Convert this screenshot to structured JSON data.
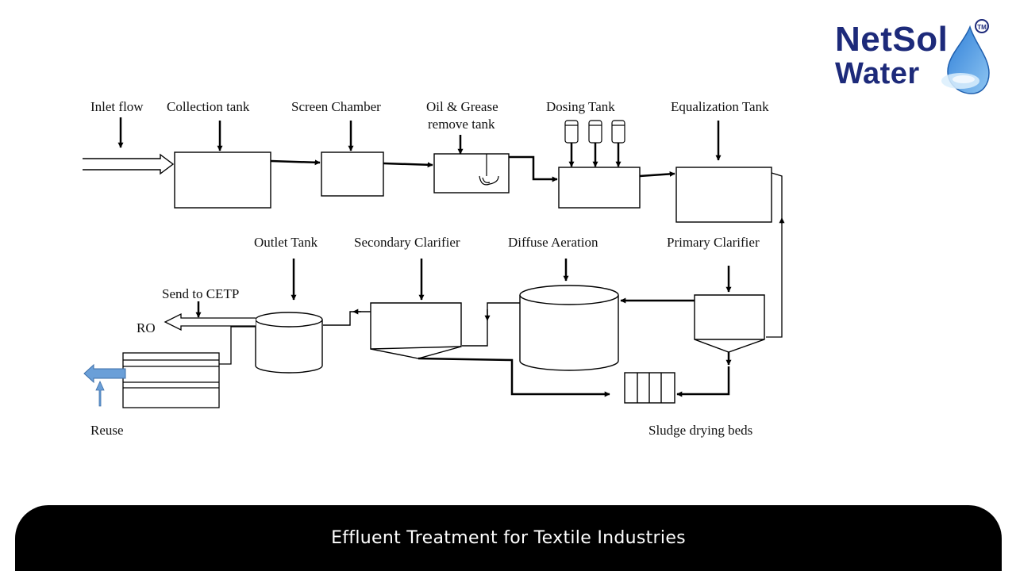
{
  "logo": {
    "line1": "NetSol",
    "line2": "Water",
    "trademark": "TM"
  },
  "footer": {
    "title": "Effluent Treatment for Textile Industries"
  },
  "labels": {
    "inlet_flow": "Inlet flow",
    "collection_tank": "Collection tank",
    "screen_chamber": "Screen Chamber",
    "oil_grease_1": "Oil & Grease",
    "oil_grease_2": "remove tank",
    "dosing_tank": "Dosing Tank",
    "equalization_tank": "Equalization Tank",
    "outlet_tank": "Outlet Tank",
    "secondary_clarifier": "Secondary Clarifier",
    "diffuse_aeration": "Diffuse Aeration",
    "primary_clarifier": "Primary Clarifier",
    "send_to_cetp": "Send to CETP",
    "ro": "RO",
    "reuse": "Reuse",
    "sludge_drying_beds": "Sludge drying beds"
  }
}
